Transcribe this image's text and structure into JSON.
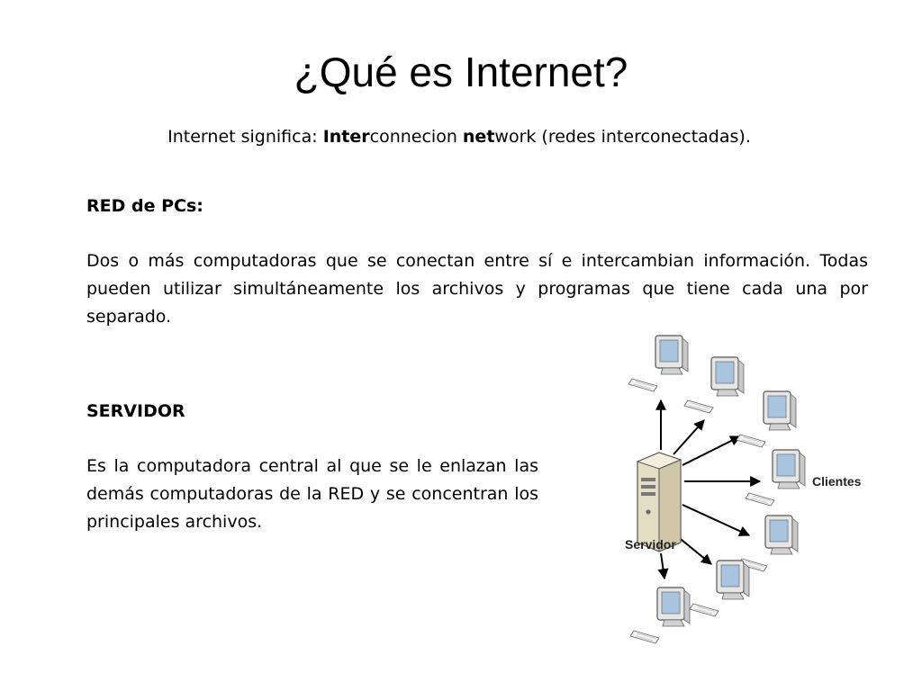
{
  "slide": {
    "title": "¿Qué es Internet?",
    "subtitle": {
      "prefix": "Internet significa: ",
      "bold1": "Inter",
      "mid": "connecion ",
      "bold2": "net",
      "suffix": "work (redes interconectadas)."
    },
    "red": {
      "heading": "RED de PCs:",
      "body": "Dos o más computadoras que se conectan entre sí e intercambian información. Todas pueden utilizar simultáneamente los archivos y programas que tiene cada una por separado."
    },
    "servidor": {
      "heading": "SERVIDOR",
      "body": "Es la computadora central al que se le enlazan las demás computadoras de la RED y se concentran los principales archivos."
    },
    "diagram": {
      "server_label": "Servidor",
      "clients_label": "Clientes"
    }
  }
}
